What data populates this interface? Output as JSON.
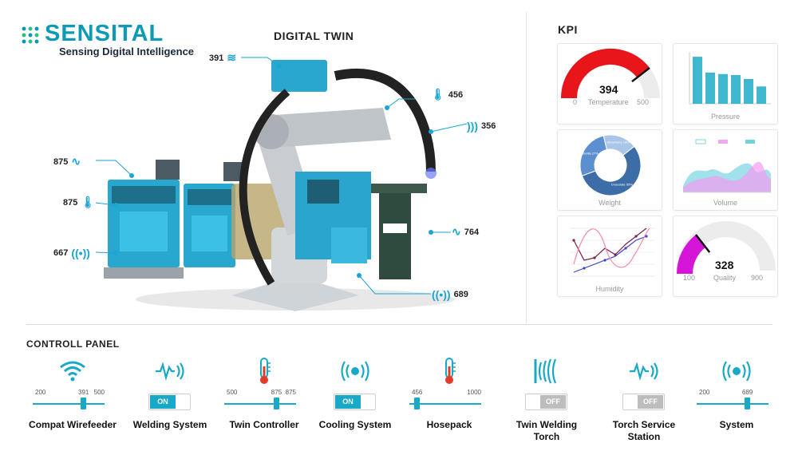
{
  "brand": {
    "name": "SENSITAL",
    "tagline": "Sensing Digital Intelligence",
    "color": "#0d9ab5"
  },
  "headings": {
    "twin": "DIGITAL TWIN",
    "kpi": "KPI",
    "panel": "CONTROLL PANEL"
  },
  "callouts": [
    {
      "value": "391",
      "icon": "wifi-icon"
    },
    {
      "value": "456",
      "icon": "thermometer-icon"
    },
    {
      "value": "356",
      "icon": "signal-waves-icon"
    },
    {
      "value": "875",
      "icon": "pulse-icon"
    },
    {
      "value": "875",
      "icon": "thermometer-icon"
    },
    {
      "value": "667",
      "icon": "broadcast-icon"
    },
    {
      "value": "764",
      "icon": "pulse-icon"
    },
    {
      "value": "689",
      "icon": "broadcast-icon"
    }
  ],
  "kpi": {
    "temperature": {
      "label": "Temperature",
      "value": "394",
      "min": "0",
      "max": "500",
      "fraction": 0.79,
      "color": "#e8161b"
    },
    "pressure": {
      "label": "Pressure",
      "bars": [
        0.95,
        0.63,
        0.6,
        0.58,
        0.5,
        0.35
      ],
      "color": "#40b6cf"
    },
    "weight": {
      "label": "Weight",
      "slices": [
        {
          "name": "Chocolate",
          "pct": "55%",
          "value": 55
        },
        {
          "name": "Vanilla",
          "pct": "27%",
          "value": 27
        },
        {
          "name": "Strawberry",
          "pct": "18%",
          "value": 18
        }
      ]
    },
    "volume": {
      "label": "Volume"
    },
    "humidity": {
      "label": "Humidity"
    },
    "quality": {
      "label": "Quality",
      "value": "328",
      "min": "100",
      "max": "900",
      "fraction": 0.29,
      "color": "#d516d9"
    }
  },
  "controls": [
    {
      "name": "Compat Wirefeeder",
      "type": "slider",
      "icon": "wifi-icon",
      "min": "200",
      "max": "500",
      "value": "391",
      "fraction": 0.7
    },
    {
      "name": "Welding System",
      "type": "toggle",
      "icon": "pulse-icon",
      "state": "ON"
    },
    {
      "name": "Twin Controller",
      "type": "slider",
      "icon": "thermometer-icon",
      "min": "500",
      "max": "875",
      "value": "875",
      "fraction": 0.72
    },
    {
      "name": "Cooling System",
      "type": "toggle",
      "icon": "broadcast-icon",
      "state": "ON"
    },
    {
      "name": "Hosepack",
      "type": "slider",
      "icon": "thermometer-icon",
      "min": "456",
      "max": "1000",
      "value": "",
      "fraction": 0.1
    },
    {
      "name": "Twin Welding Torch",
      "type": "toggle",
      "icon": "signal-waves-icon",
      "state": "OFF"
    },
    {
      "name": "Torch Service Station",
      "type": "toggle",
      "icon": "pulse-icon",
      "state": "OFF"
    },
    {
      "name": "System",
      "type": "slider",
      "icon": "broadcast-icon",
      "min": "200",
      "max": "",
      "value": "689",
      "fraction": 0.7
    }
  ]
}
